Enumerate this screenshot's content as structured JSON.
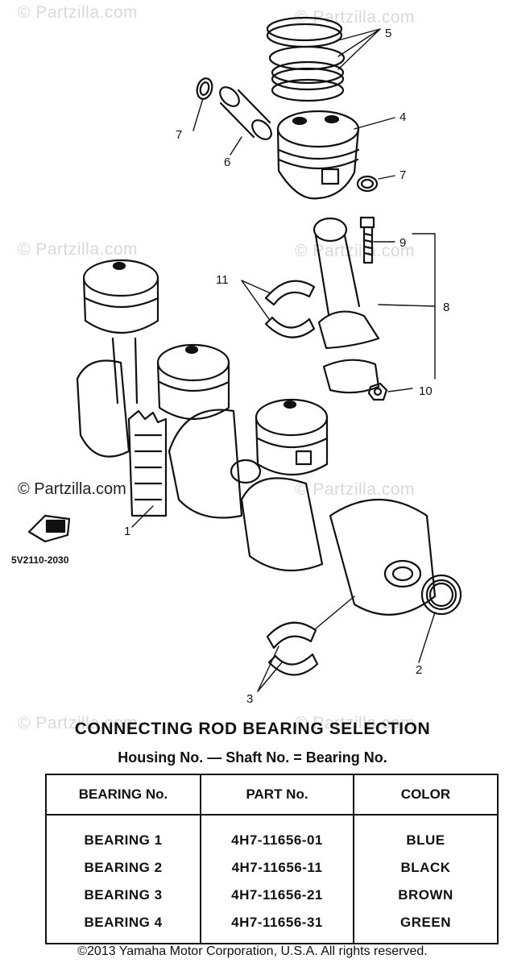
{
  "watermarks": {
    "w1": "© Partzilla.com",
    "w2": "© Partzilla.com",
    "w3": "© Partzilla.com",
    "w4": "© Partzilla.com",
    "w5": "© Partzilla.com",
    "w6": "© Partzilla.com",
    "w7": "© Partzilla.com",
    "center": "© Partzilla.com"
  },
  "callouts": {
    "c1": "1",
    "c2": "2",
    "c3": "3",
    "c4": "4",
    "c5": "5",
    "c6": "6",
    "c7a": "7",
    "c7b": "7",
    "c8": "8",
    "c9": "9",
    "c10": "10",
    "c11": "11"
  },
  "diagram_code": "5V2110-2030",
  "selection": {
    "title": "CONNECTING ROD BEARING SELECTION",
    "subtitle": "Housing No. — Shaft No. = Bearing No.",
    "headers": [
      "BEARING No.",
      "PART No.",
      "COLOR"
    ],
    "rows": [
      [
        "BEARING 1",
        "4H7-11656-01",
        "BLUE"
      ],
      [
        "BEARING 2",
        "4H7-11656-11",
        "BLACK"
      ],
      [
        "BEARING 3",
        "4H7-11656-21",
        "BROWN"
      ],
      [
        "BEARING 4",
        "4H7-11656-31",
        "GREEN"
      ]
    ]
  },
  "copyright": "©2013 Yamaha Motor Corporation, U.S.A. All rights reserved."
}
